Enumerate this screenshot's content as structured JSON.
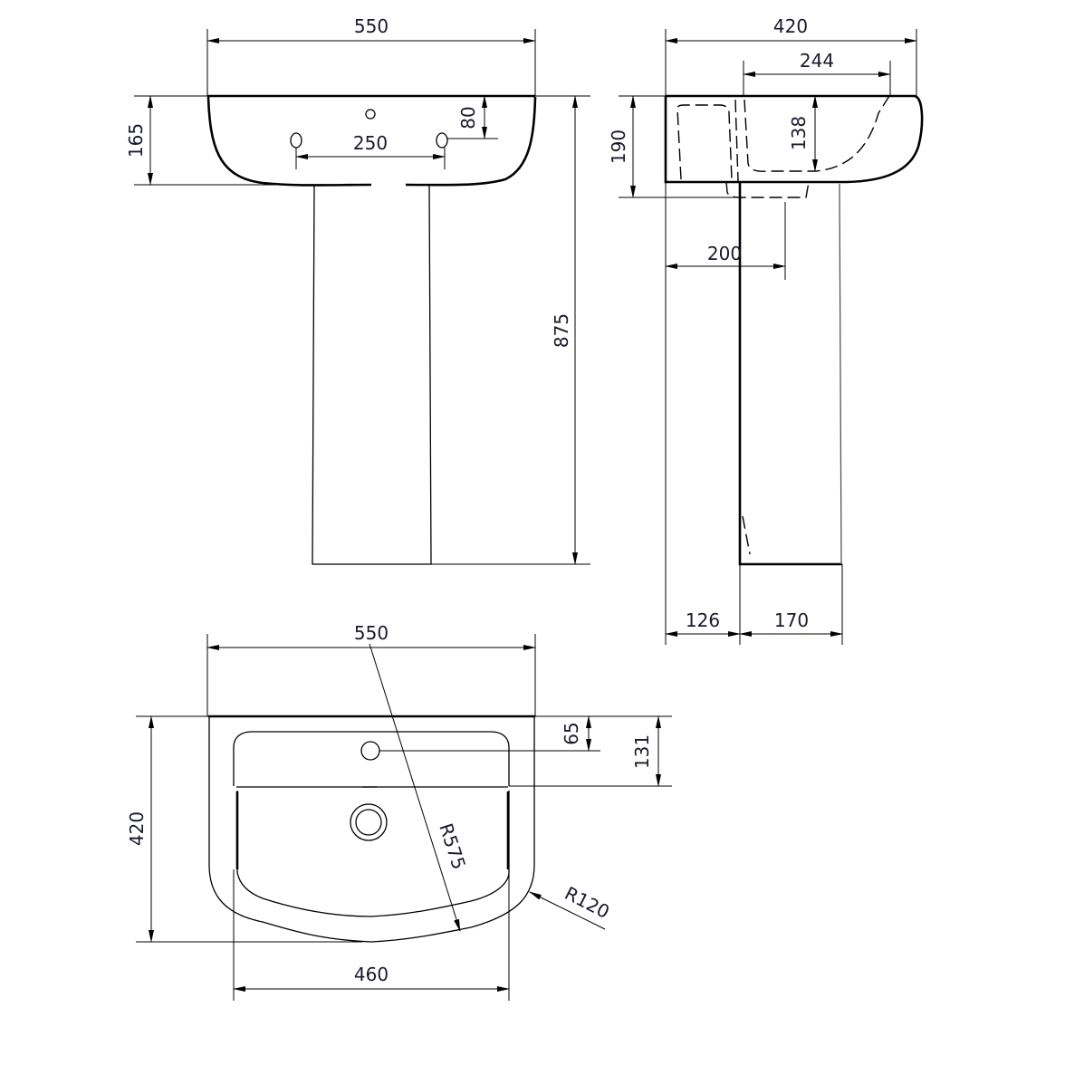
{
  "front_view": {
    "overall_width": "550",
    "basin_height": "165",
    "tap_hole_spacing": "250",
    "tap_hole_depth": "80",
    "overall_height": "875"
  },
  "side_view": {
    "overall_depth": "420",
    "bowl_depth_span": "244",
    "basin_height": "190",
    "bowl_inner_depth": "138",
    "waste_offset": "200",
    "wall_to_pedestal": "126",
    "pedestal_depth": "170"
  },
  "plan_view": {
    "overall_width": "550",
    "overall_depth": "420",
    "tap_hole_offset": "65",
    "flat_zone_depth": "131",
    "front_radius": "R575",
    "corner_radius": "R120",
    "bowl_width": "460"
  }
}
